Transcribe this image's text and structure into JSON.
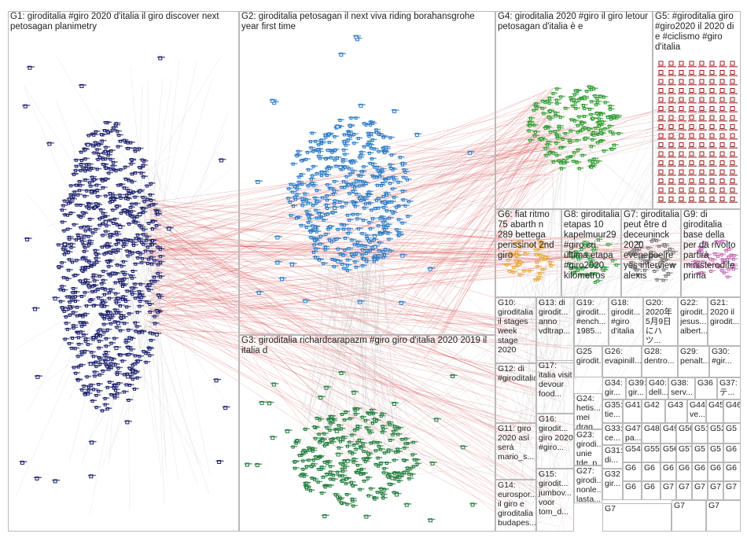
{
  "groups": [
    {
      "id": "G1",
      "label": "G1: giroditalia #giro 2020 d'italia il giro discover next petosagan planimetry"
    },
    {
      "id": "G2",
      "label": "G2: giroditalia petosagan il next viva riding borahansgrohe year first time"
    },
    {
      "id": "G3",
      "label": "G3: giroditalia richardcarapazm #giro giro d'italia 2020 2019 il italia d"
    },
    {
      "id": "G4",
      "label": "G4: giroditalia 2020 #giro il giro letour petosagan d'italia è e"
    },
    {
      "id": "G5",
      "label": "G5: #giroditalia giro #giro2020 il 2020 di e #ciclismo #giro d'italia"
    },
    {
      "id": "G6",
      "label": "G6: fiat ritmo 75 abarth n 289 bettega perissinot 2nd giro"
    },
    {
      "id": "G7",
      "label": "G7: giroditalia peut être d deceuninck 2020 evenepoelre yes interview alexis"
    },
    {
      "id": "G8",
      "label": "G8: giroditalia etapas 10 kapelmuur29 #giro cri última etapa #giro2020 kilómetros"
    },
    {
      "id": "G9",
      "label": "G9: di giroditalia base della per da rivolto partirà ministerodife prima"
    },
    {
      "id": "G10",
      "label": "G10: giroditalia il stages week stage 2020"
    },
    {
      "id": "G11",
      "label": "G11: giro 2020 así será mario_s..."
    },
    {
      "id": "G12",
      "label": "G12: di #giroditalia"
    },
    {
      "id": "G13",
      "label": "G13: di girodit... anno vdltrap..."
    },
    {
      "id": "G14",
      "label": "G14: eurospor... il giro e giroditalia budapes..."
    },
    {
      "id": "G15",
      "label": "G15: girodit... jumbov... voor tom_d..."
    },
    {
      "id": "G16",
      "label": "G16: girodit... giro 2020 #giro..."
    },
    {
      "id": "G17",
      "label": "G17: italia visit devour food..."
    },
    {
      "id": "G18",
      "label": "G18: girodit... #giro d'italia"
    },
    {
      "id": "G19",
      "label": "G19: girodit... #ench... 1985..."
    },
    {
      "id": "G20",
      "label": "G20: 2020年 5月9日 にハツ..."
    },
    {
      "id": "G21",
      "label": "G21: 2020 il girodit..."
    },
    {
      "id": "G22",
      "label": "G22: girodit... jesus... albert..."
    },
    {
      "id": "G23",
      "label": "G23: girodi... unie tde_p..."
    },
    {
      "id": "G24",
      "label": "G24: hetis... mei drag..."
    },
    {
      "id": "G25",
      "label": "G25 girodit..."
    },
    {
      "id": "G26",
      "label": "G26: evapinill..."
    },
    {
      "id": "G27",
      "label": "G27: girodi... nonle... lasta..."
    },
    {
      "id": "G28",
      "label": "G28: dentro..."
    },
    {
      "id": "G29",
      "label": "G29: penalt..."
    },
    {
      "id": "G30",
      "label": "G30: #gir..."
    },
    {
      "id": "G31",
      "label": "G31: di..."
    },
    {
      "id": "G32",
      "label": "G32 gir..."
    },
    {
      "id": "G33",
      "label": "G33: ce..."
    },
    {
      "id": "G34",
      "label": "G34: gir... 2..."
    },
    {
      "id": "G35",
      "label": "G35: tie..."
    },
    {
      "id": "G36",
      "label": "G36"
    },
    {
      "id": "G37",
      "label": "G37: テ..."
    },
    {
      "id": "G38",
      "label": "G38: serv..."
    },
    {
      "id": "G39",
      "label": "G39: gir..."
    },
    {
      "id": "G40",
      "label": "G40: dell..."
    },
    {
      "id": "G41",
      "label": "G41"
    },
    {
      "id": "G42",
      "label": "G42"
    },
    {
      "id": "G43",
      "label": "G43"
    },
    {
      "id": "G44",
      "label": "G44: ve..."
    },
    {
      "id": "G45",
      "label": "G45"
    },
    {
      "id": "G46",
      "label": "G46"
    },
    {
      "id": "G47",
      "label": "G47: pa..."
    },
    {
      "id": "G48",
      "label": "G48"
    },
    {
      "id": "G49",
      "label": "G49"
    },
    {
      "id": "G50",
      "label": "G50"
    },
    {
      "id": "G51",
      "label": "G51"
    },
    {
      "id": "G52",
      "label": "G52"
    },
    {
      "id": "G53",
      "label": "G5"
    },
    {
      "id": "G54",
      "label": "G54"
    },
    {
      "id": "G55",
      "label": "G55"
    },
    {
      "id": "G56",
      "label": "G56"
    },
    {
      "id": "G57",
      "label": "G57"
    },
    {
      "id": "G58",
      "label": "G5"
    },
    {
      "id": "G59",
      "label": "G5"
    },
    {
      "id": "G60",
      "label": "G6"
    },
    {
      "id": "G61",
      "label": "G6"
    },
    {
      "id": "G62",
      "label": "G6"
    },
    {
      "id": "G63",
      "label": "G6"
    },
    {
      "id": "G64",
      "label": "G6"
    },
    {
      "id": "G65",
      "label": "G6"
    },
    {
      "id": "G66",
      "label": "G6"
    },
    {
      "id": "G67",
      "label": "G6"
    },
    {
      "id": "G68",
      "label": "G6"
    },
    {
      "id": "G69",
      "label": "G6"
    },
    {
      "id": "G70",
      "label": "G7"
    },
    {
      "id": "G71",
      "label": "G7"
    },
    {
      "id": "G72",
      "label": "G7"
    },
    {
      "id": "G73",
      "label": "G7"
    },
    {
      "id": "G74",
      "label": "G7"
    },
    {
      "id": "G75",
      "label": "G7"
    },
    {
      "id": "G76",
      "label": "G7"
    },
    {
      "id": "G77",
      "label": "G7"
    }
  ],
  "colors": {
    "background": "#ffffff",
    "box_border": "#b9b9b9",
    "edge_gray": "#b4b4b4",
    "edge_red": "#d23232",
    "G1_node": "#1b1f6b",
    "G2_node": "#2a78c2",
    "G3_node": "#1f7a3a",
    "G4_node": "#2f9b2f",
    "G5_node": "#9b1c1c",
    "G6_node": "#e8a23a",
    "G7_node": "#7a7a7a",
    "G8_node": "#3aa14a",
    "G9_node": "#c86fb8"
  }
}
